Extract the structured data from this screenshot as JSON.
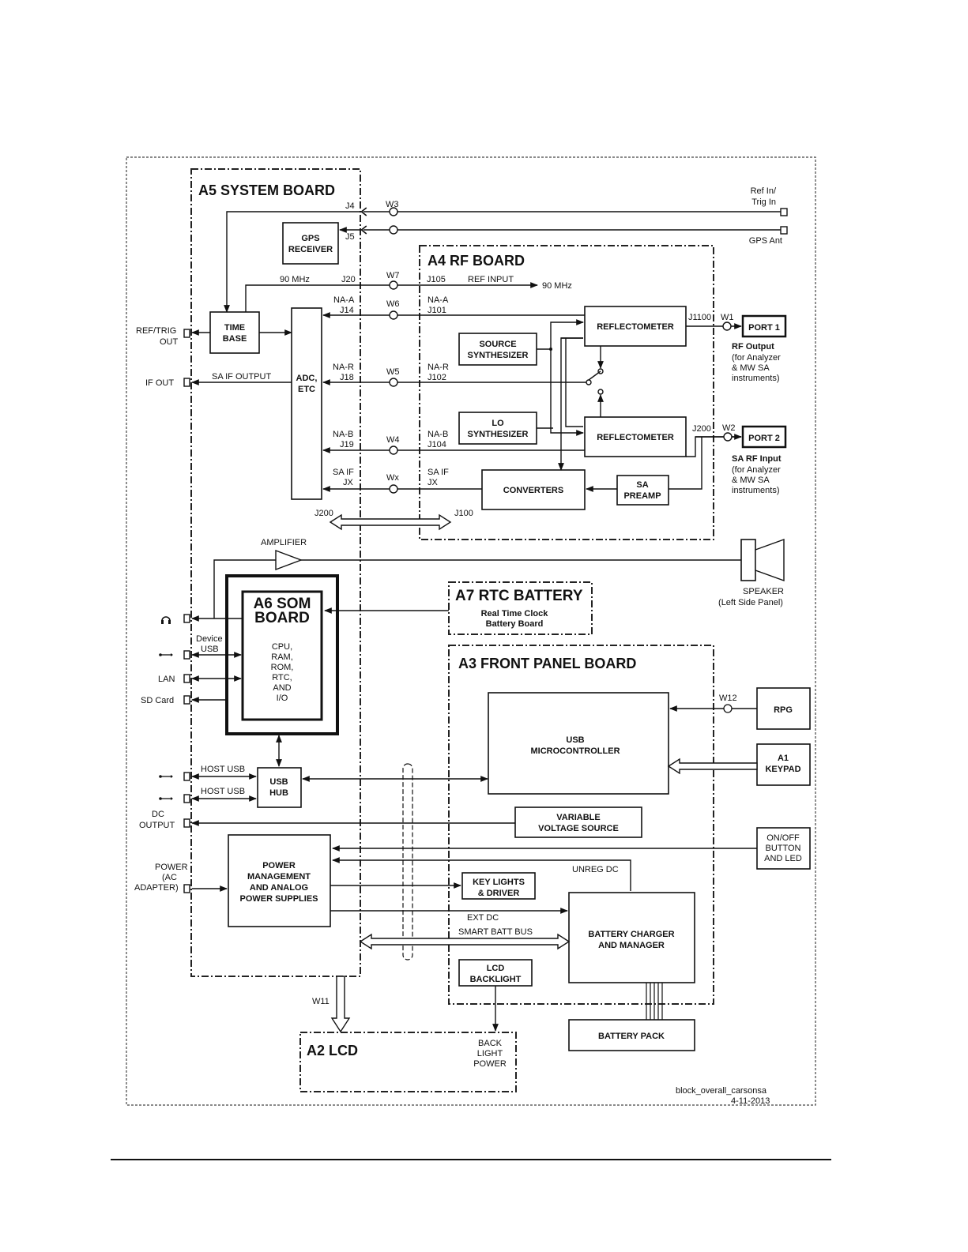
{
  "boards": {
    "a5": "A5 SYSTEM BOARD",
    "a4": "A4 RF BOARD",
    "a6_line1": "A6 SOM",
    "a6_line2": "BOARD",
    "a7": "A7 RTC BATTERY",
    "a3": "A3 FRONT PANEL BOARD",
    "a2": "A2 LCD"
  },
  "blocks": {
    "gps_receiver": [
      "GPS",
      "RECEIVER"
    ],
    "time_base": [
      "TIME",
      "BASE"
    ],
    "adc": [
      "ADC,",
      "ETC"
    ],
    "source_synth": [
      "SOURCE",
      "SYNTHESIZER"
    ],
    "lo_synth": [
      "LO",
      "SYNTHESIZER"
    ],
    "reflectometer1": "REFLECTOMETER",
    "reflectometer2": "REFLECTOMETER",
    "converters": "CONVERTERS",
    "sa_preamp": [
      "SA",
      "PREAMP"
    ],
    "port1": "PORT 1",
    "port2": "PORT 2",
    "som_body": [
      "CPU,",
      "RAM,",
      "ROM,",
      "RTC,",
      "AND",
      "I/O"
    ],
    "rtc_desc": [
      "Real Time Clock",
      "Battery Board"
    ],
    "usb_hub": [
      "USB",
      "HUB"
    ],
    "usb_micro": [
      "USB",
      "MICROCONTROLLER"
    ],
    "rpg": "RPG",
    "keypad": [
      "A1",
      "KEYPAD"
    ],
    "variable_vs": [
      "VARIABLE",
      "VOLTAGE SOURCE"
    ],
    "onoff": [
      "ON/OFF",
      "BUTTON",
      "AND LED"
    ],
    "power_mgmt": [
      "POWER",
      "MANAGEMENT",
      "AND ANALOG",
      "POWER SUPPLIES"
    ],
    "key_lights": [
      "KEY LIGHTS",
      "& DRIVER"
    ],
    "battery_charger": [
      "BATTERY CHARGER",
      "AND MANAGER"
    ],
    "lcd_backlight": [
      "LCD",
      "BACKLIGHT"
    ],
    "battery_pack": "BATTERY PACK",
    "back_light": [
      "BACK",
      "LIGHT",
      "POWER"
    ]
  },
  "labels": {
    "ref_in": [
      "Ref In/",
      "Trig In"
    ],
    "gps_ant": "GPS Ant",
    "j4": "J4",
    "j5": "J5",
    "j20": "J20",
    "j105": "J105",
    "w3": "W3",
    "w7": "W7",
    "w6": "W6",
    "w5": "W5",
    "w4": "W4",
    "wx": "Wx",
    "mhz90_a": "90 MHz",
    "ref_input": "REF INPUT",
    "mhz90_b": "90 MHz",
    "na_a_left": [
      "NA-A",
      "J14"
    ],
    "na_a_right": [
      "NA-A",
      "J101"
    ],
    "na_r_left": [
      "NA-R",
      "J18"
    ],
    "na_r_right": [
      "NA-R",
      "J102"
    ],
    "na_b_left": [
      "NA-B",
      "J19"
    ],
    "na_b_right": [
      "NA-B",
      "J104"
    ],
    "sa_if_left": [
      "SA IF",
      "JX"
    ],
    "sa_if_right": [
      "SA IF",
      "JX"
    ],
    "j1100": "J1100",
    "w1": "W1",
    "j200r": "J200",
    "w2": "W2",
    "rf_output": [
      "RF Output",
      "(for Analyzer",
      "& MW SA",
      "instruments)"
    ],
    "sa_rf_input": [
      "SA RF Input",
      "(for Analyzer",
      "& MW SA",
      "instruments)"
    ],
    "ref_trig_out": [
      "REF/TRIG",
      "OUT"
    ],
    "if_out": "IF OUT",
    "sa_if_output": "SA IF OUTPUT",
    "j200": "J200",
    "j100": "J100",
    "amplifier": "AMPLIFIER",
    "speaker": [
      "SPEAKER",
      "(Left Side Panel)"
    ],
    "device_usb": [
      "Device",
      "USB"
    ],
    "lan": "LAN",
    "sd_card": "SD Card",
    "host_usb1": "HOST USB",
    "host_usb2": "HOST USB",
    "dc_output": [
      "DC",
      "OUTPUT"
    ],
    "power_ac": [
      "POWER",
      "(AC",
      "ADAPTER)"
    ],
    "w12": "W12",
    "unreg_dc": "UNREG DC",
    "ext_dc": "EXT DC",
    "smart_batt_bus": "SMART BATT BUS",
    "w11": "W11",
    "drawing_id": "block_overall_carsonsa",
    "drawing_date": "4-11-2013"
  },
  "icons": [
    "headphone-icon",
    "usb-icon",
    "usb-icon",
    "usb-icon",
    "speaker-icon"
  ]
}
